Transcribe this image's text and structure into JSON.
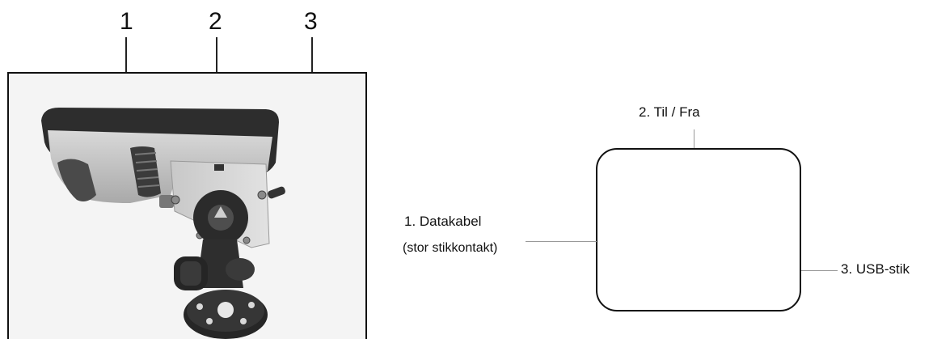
{
  "photo": {
    "callouts": [
      "1",
      "2",
      "3"
    ]
  },
  "diagram": {
    "labels": {
      "datakabel": "1. Datakabel",
      "datakabel_sub": "(stor stikkontakt)",
      "til_fra": "2. Til / Fra",
      "usb": "3. USB-stik"
    }
  }
}
